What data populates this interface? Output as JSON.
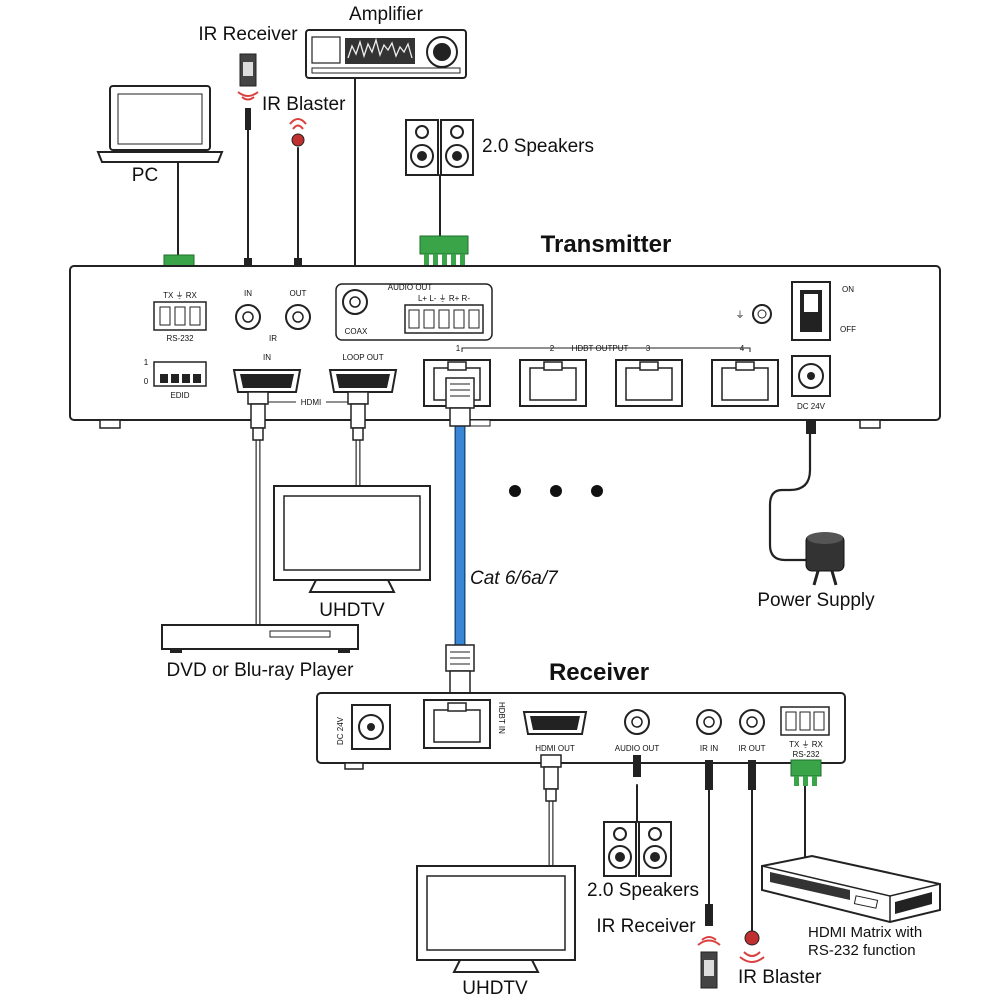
{
  "diagram": {
    "sections": {
      "transmitter": "Transmitter",
      "receiver": "Receiver"
    },
    "devices": {
      "amplifier": "Amplifier",
      "ir_receiver_top": "IR Receiver",
      "ir_blaster_top": "IR Blaster",
      "pc": "PC",
      "speakers_top": "2.0 Speakers",
      "uhdtv_top": "UHDTV",
      "dvd_player": "DVD or Blu-ray Player",
      "power_supply": "Power Supply",
      "speakers_bottom": "2.0 Speakers",
      "ir_receiver_bottom": "IR Receiver",
      "ir_blaster_bottom": "IR Blaster",
      "uhdtv_bottom": "UHDTV",
      "hdmi_matrix_line1": "HDMI Matrix with",
      "hdmi_matrix_line2": "RS-232 function"
    },
    "cable_label": "Cat 6/6a/7",
    "transmitter_ports": {
      "rs232_pins": "TX  ⏚  RX",
      "rs232": "RS-232",
      "ir_in": "IN",
      "ir_out": "OUT",
      "ir": "IR",
      "audio_out": "AUDIO OUT",
      "audio_pins": "L+  L-  ⏚  R+  R-",
      "coax": "COAX",
      "edid_1": "1",
      "edid_0": "0",
      "edid": "EDID",
      "hdmi_in": "IN",
      "hdmi_loop": "LOOP OUT",
      "hdmi": "HDMI",
      "hdbt_1": "1",
      "hdbt_2": "2",
      "hdbt_output": "HDBT OUTPUT",
      "hdbt_3": "3",
      "hdbt_4": "4",
      "ground": "⏚",
      "on": "ON",
      "off": "OFF",
      "dc": "DC 24V"
    },
    "receiver_ports": {
      "dc": "DC 24V",
      "hdbt_in": "HDBT IN",
      "hdmi_out": "HDMI OUT",
      "audio_out": "AUDIO OUT",
      "ir_in": "IR IN",
      "ir_out": "IR OUT",
      "rs232_pins": "TX  ⏚  RX",
      "rs232": "RS-232"
    }
  },
  "colors": {
    "cable_blue": "#3a86d4",
    "ir_red": "#d94040",
    "terminal_green": "#3aa548",
    "outline": "#222222"
  }
}
